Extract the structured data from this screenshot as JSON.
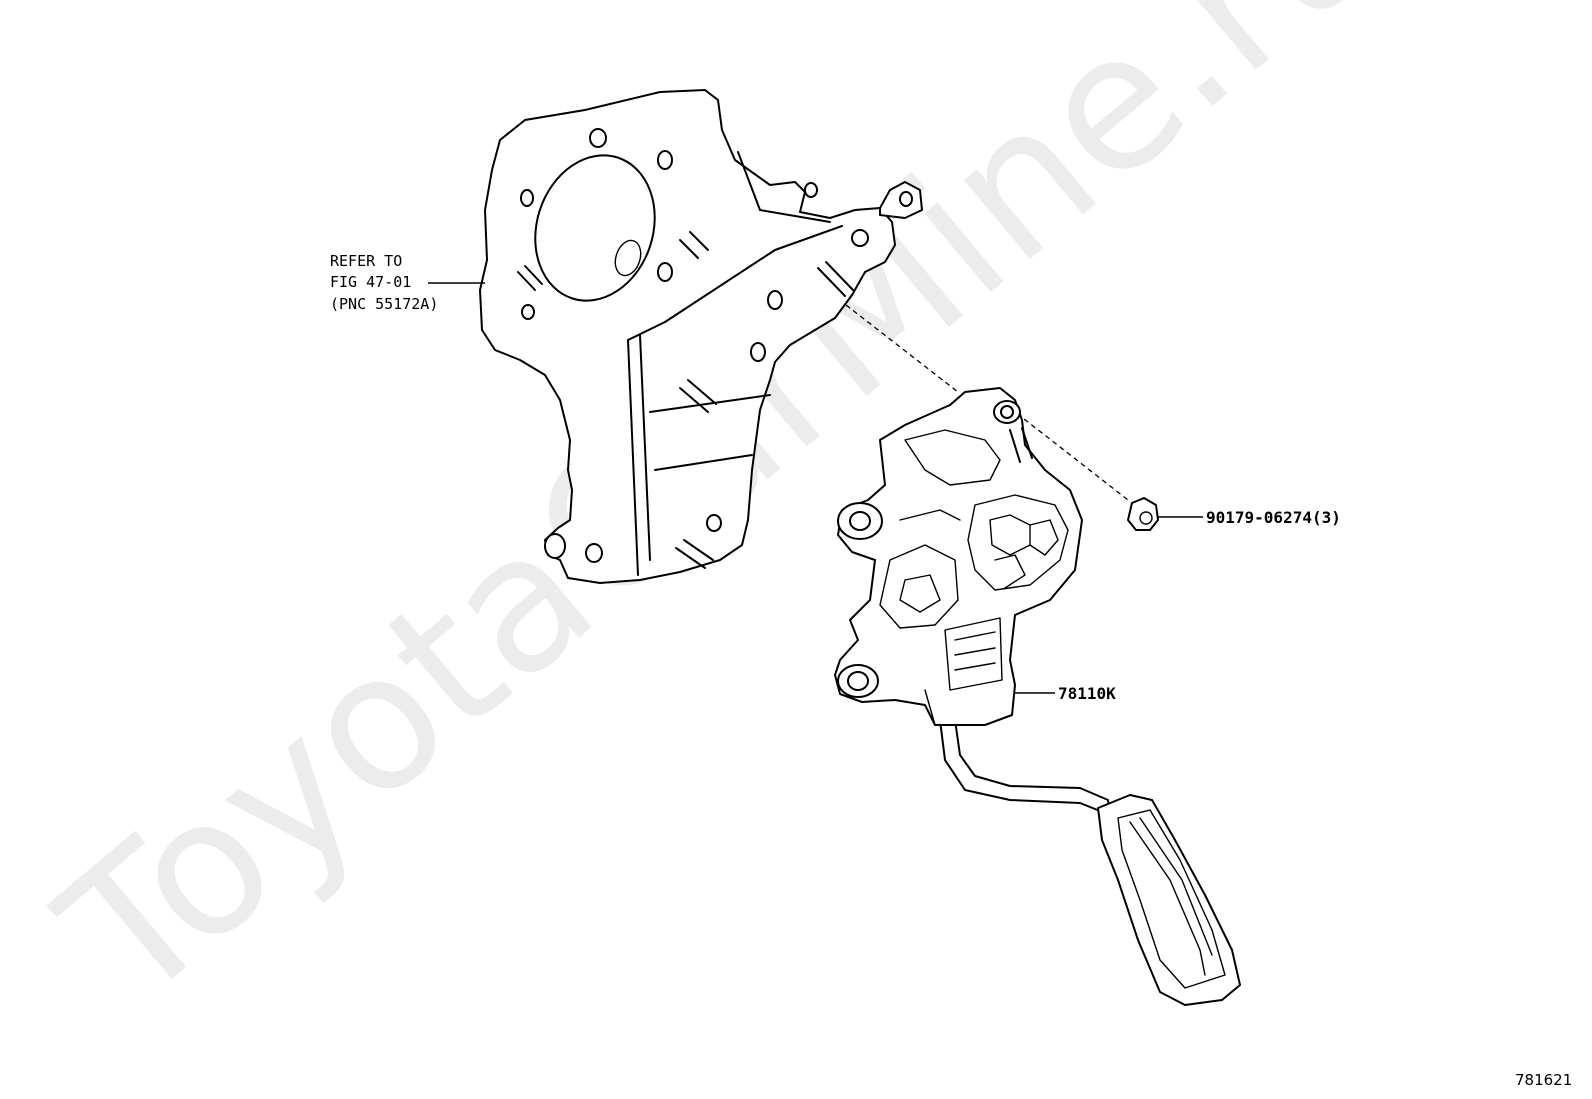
{
  "watermark": "ToyotaCarMine.ru",
  "callouts": {
    "bracket_ref_line1": "REFER TO",
    "bracket_ref_line2": "FIG 47-01",
    "bracket_ref_line3": "(PNC 55172A)",
    "nut_part": "90179-06274(3)",
    "pedal_part": "78110K"
  },
  "illustration_number": "781621",
  "colors": {
    "ink": "#000000",
    "watermark": "#ececec",
    "background": "#ffffff"
  }
}
